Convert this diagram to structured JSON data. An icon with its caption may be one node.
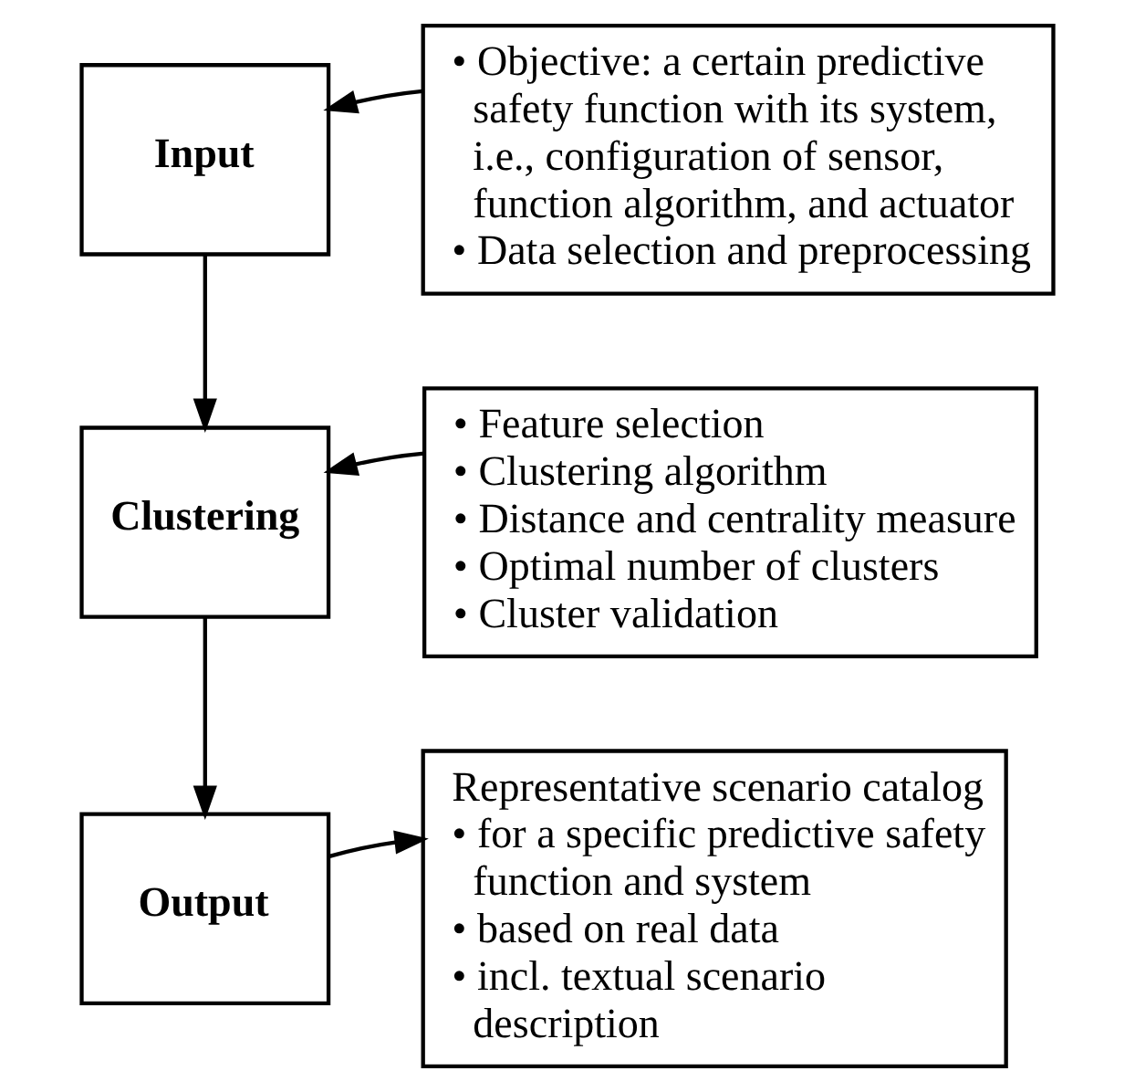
{
  "diagram": {
    "nodes": [
      {
        "text": [
          "Input"
        ]
      },
      {
        "text": [
          "Clustering"
        ]
      },
      {
        "text": [
          "Output"
        ]
      },
      {
        "text": [
          "• Objective: a certain predictive safety function with its system, i.e., configuration of sensor, function algorithm, and actuator",
          "• Data selection and preprocessing"
        ]
      },
      {
        "text": [
          "• Feature selection",
          "• Clustering algorithm",
          "• Distance and centrality measure",
          "• Optimal number of clusters",
          "• Cluster validation"
        ]
      },
      {
        "text": [
          "Representative scenario catalog",
          "• for a specific predictive safety function and system",
          "• based on real data",
          "• incl. textual scenario description"
        ]
      }
    ],
    "edges": [
      {
        "from": 3,
        "to": 0,
        "arrow": "to"
      },
      {
        "from": 0,
        "to": 1,
        "arrow": "to"
      },
      {
        "from": 1,
        "to": 2,
        "arrow": "to"
      },
      {
        "from": 4,
        "to": 1,
        "arrow": "to"
      },
      {
        "from": 2,
        "to": 5,
        "arrow": "to"
      }
    ]
  }
}
